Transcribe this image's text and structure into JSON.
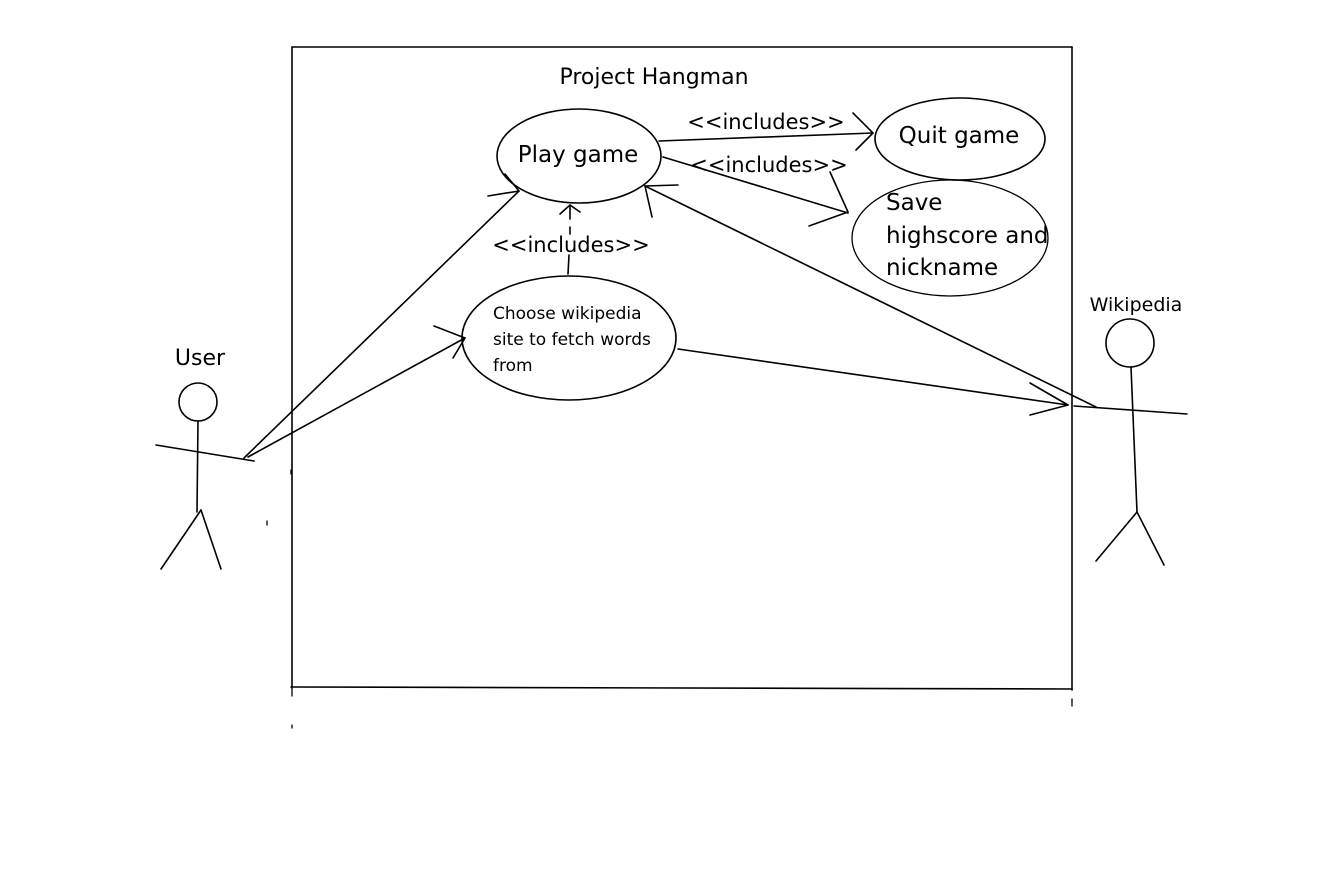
{
  "system": {
    "title": "Project Hangman"
  },
  "use_cases": {
    "play_game": "Play game",
    "quit_game": "Quit game",
    "save_highscore": [
      "Save",
      "highscore and",
      "nickname"
    ],
    "choose_site": [
      "Choose wikipedia",
      "site to fetch words",
      "from"
    ]
  },
  "relations": {
    "includes_quit": "<<includes>>",
    "includes_save": "<<includes>>",
    "includes_choose": "<<includes>>"
  },
  "actors": {
    "user": "User",
    "wikipedia": "Wikipedia"
  }
}
